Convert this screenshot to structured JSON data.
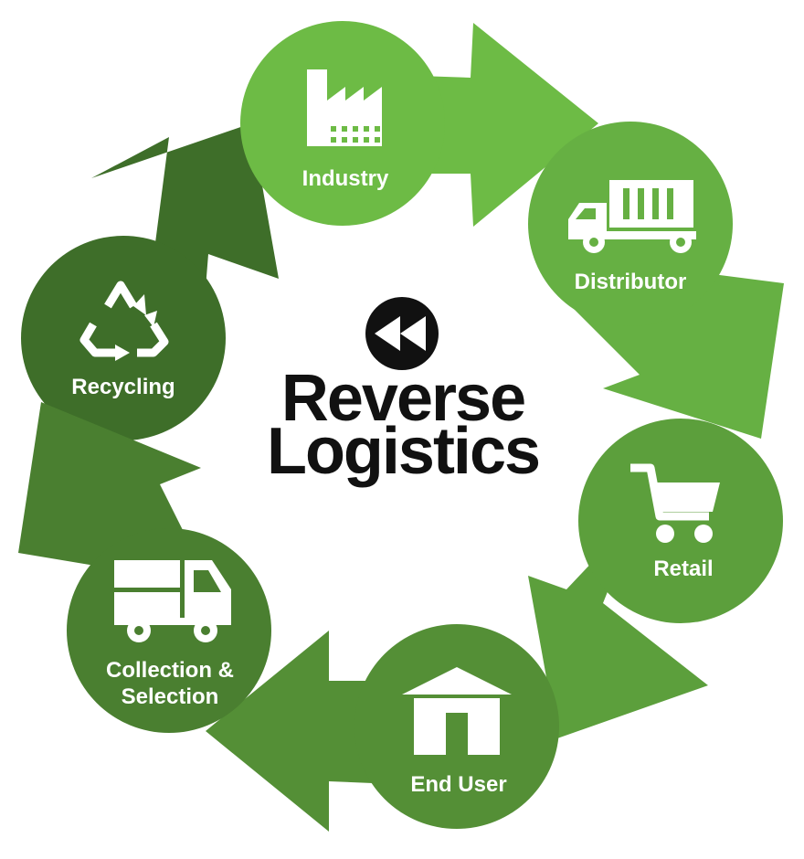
{
  "title": {
    "line1": "Reverse",
    "line2": "Logistics",
    "icon": "rewind-icon"
  },
  "colors": {
    "industry": "#6dbb45",
    "distributor": "#66b043",
    "retail": "#5c9f3c",
    "end_user": "#548f36",
    "collection": "#4a7f30",
    "recycling": "#3e6e29",
    "title_text": "#111111",
    "icon_fill": "#ffffff"
  },
  "stages": [
    {
      "id": "industry",
      "label": "Industry",
      "icon": "factory-icon"
    },
    {
      "id": "distributor",
      "label": "Distributor",
      "icon": "container-truck-icon"
    },
    {
      "id": "retail",
      "label": "Retail",
      "icon": "shopping-cart-icon"
    },
    {
      "id": "end-user",
      "label": "End User",
      "icon": "house-icon"
    },
    {
      "id": "collection",
      "label_line1": "Collection &",
      "label_line2": "Selection",
      "icon": "delivery-truck-icon"
    },
    {
      "id": "recycling",
      "label": "Recycling",
      "icon": "recycle-icon"
    }
  ]
}
